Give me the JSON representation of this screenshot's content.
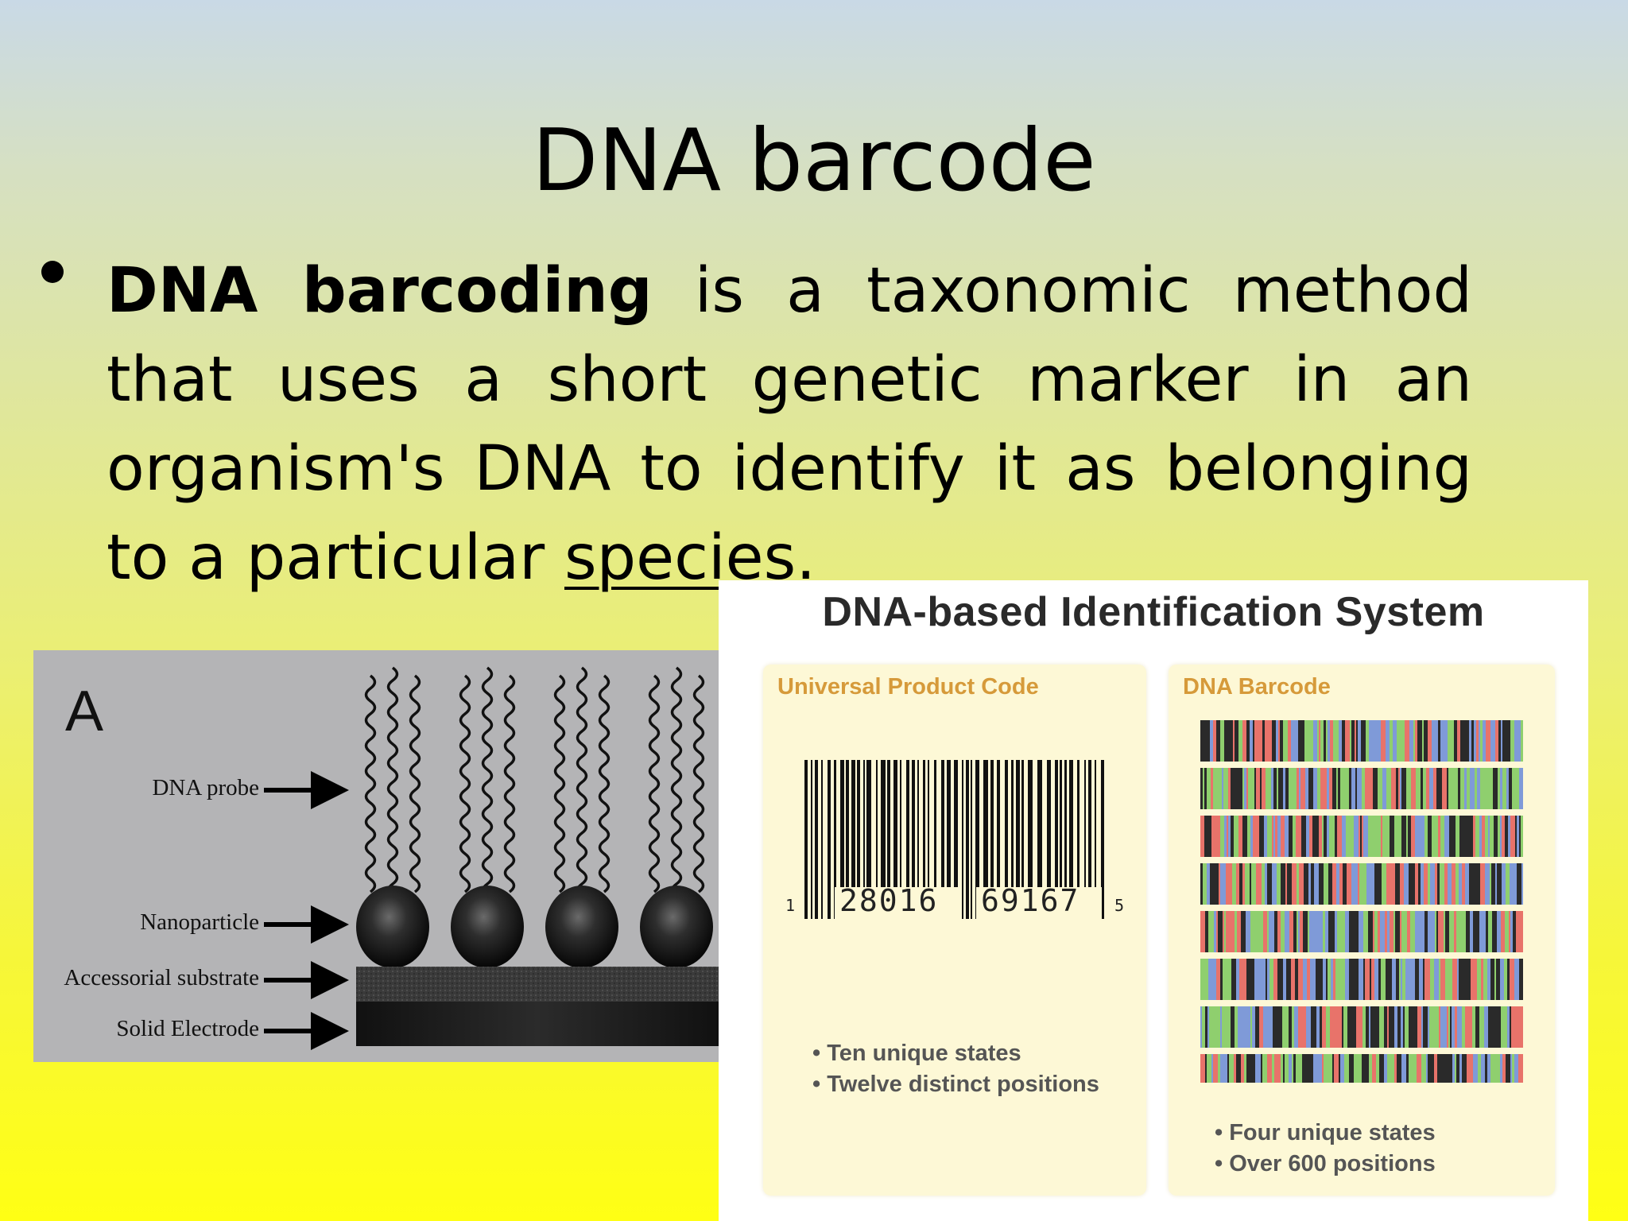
{
  "slide": {
    "title": "DNA barcode",
    "bullet": {
      "bold_term": "DNA barcoding",
      "text_1": " is a taxonomic method that uses a short genetic marker in an organism's DNA to identify it as belonging to a particular ",
      "link_text": "species",
      "text_end": "."
    }
  },
  "figure_a": {
    "panel_letter": "A",
    "labels": {
      "dna_probe": "DNA probe",
      "nanoparticle": "Nanoparticle",
      "substrate": "Accessorial substrate",
      "electrode": "Solid Electrode"
    },
    "colors": {
      "background": "#b4b4b6"
    }
  },
  "figure_b": {
    "title": "DNA-based Identification System",
    "upc": {
      "title": "Universal Product Code",
      "digit_left": "1",
      "digits_group_1": "28016",
      "digits_group_2": "69167",
      "digit_right": "5",
      "notes": [
        "Ten unique states",
        "Twelve distinct positions"
      ]
    },
    "dna_barcode": {
      "title": "DNA Barcode",
      "notes": [
        "Four unique states",
        "Over 600 positions"
      ],
      "base_colors": [
        "#e8736a",
        "#8fcf6e",
        "#7f9ad8",
        "#2a2a2a"
      ]
    },
    "colors": {
      "panel_title": "#d69a3a",
      "panel_bg": "#fdf8d6"
    }
  }
}
